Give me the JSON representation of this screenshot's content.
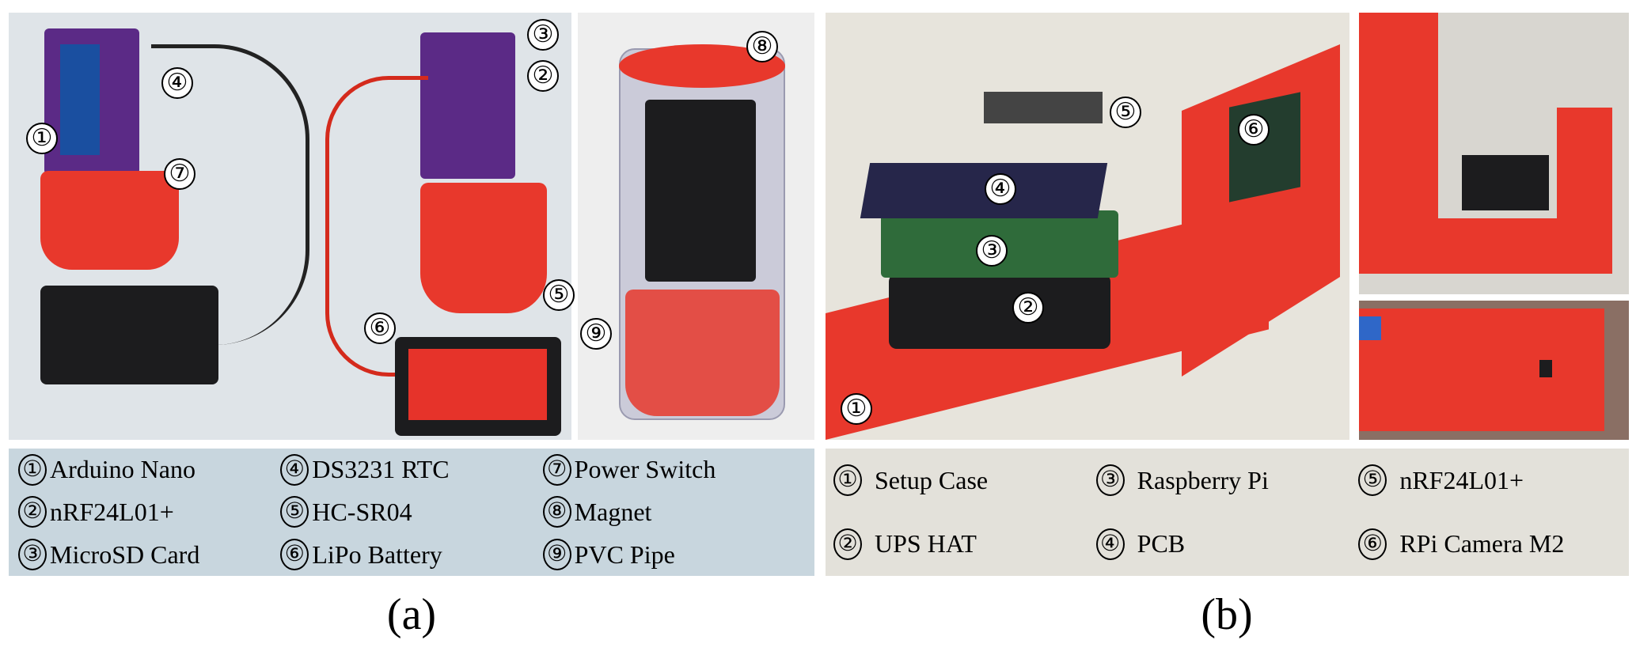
{
  "panel_a": {
    "caption": "(a)",
    "markers": [
      "①",
      "②",
      "③",
      "④",
      "⑤",
      "⑥",
      "⑦",
      "⑧",
      "⑨"
    ],
    "legend": [
      {
        "num": "①",
        "label": "Arduino Nano"
      },
      {
        "num": "④",
        "label": "DS3231 RTC"
      },
      {
        "num": "⑦",
        "label": "Power Switch"
      },
      {
        "num": "②",
        "label": "nRF24L01+"
      },
      {
        "num": "⑤",
        "label": "HC-SR04"
      },
      {
        "num": "⑧",
        "label": "Magnet"
      },
      {
        "num": "③",
        "label": "MicroSD Card"
      },
      {
        "num": "⑥",
        "label": "LiPo Battery"
      },
      {
        "num": "⑨",
        "label": "PVC Pipe"
      }
    ]
  },
  "panel_b": {
    "caption": "(b)",
    "markers": [
      "①",
      "②",
      "③",
      "④",
      "⑤",
      "⑥"
    ],
    "legend": [
      {
        "num": "①",
        "label": "Setup Case"
      },
      {
        "num": "③",
        "label": "Raspberry Pi"
      },
      {
        "num": "⑤",
        "label": "nRF24L01+"
      },
      {
        "num": "②",
        "label": "UPS HAT"
      },
      {
        "num": "④",
        "label": "PCB"
      },
      {
        "num": "⑥",
        "label": "RPi Camera M2"
      }
    ]
  },
  "colors": {
    "case_red": "#e8382c",
    "pcb_purple": "#5b2a86",
    "legend_a_bg": "#c8d6de",
    "legend_b_bg": "#e3e1da"
  }
}
